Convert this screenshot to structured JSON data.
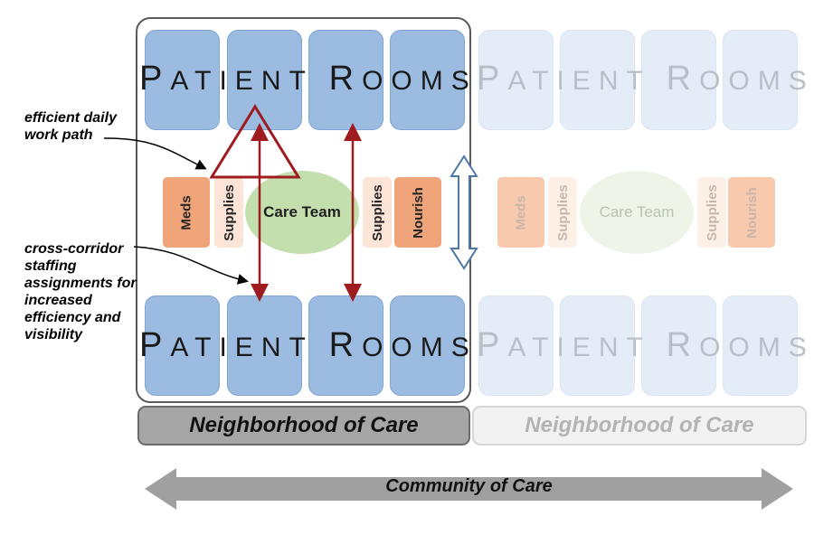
{
  "left_neighborhood": {
    "top_label": {
      "first": "P",
      "rest1": "ATIENT ",
      "second": "R",
      "rest2": "OOMS"
    },
    "bottom_label": {
      "first": "P",
      "rest1": "ATIENT ",
      "second": "R",
      "rest2": "OOMS"
    },
    "services": {
      "meds": "Meds",
      "supplies_left": "Supplies",
      "supplies_right": "Supplies",
      "nourish": "Nourish"
    },
    "care_team": "Care Team",
    "name": "Neighborhood of Care"
  },
  "right_neighborhood": {
    "top_label": {
      "first": "P",
      "rest1": "ATIENT ",
      "second": "R",
      "rest2": "OOMS"
    },
    "bottom_label": {
      "first": "P",
      "rest1": "ATIENT ",
      "second": "R",
      "rest2": "OOMS"
    },
    "services": {
      "meds": "Meds",
      "supplies_left": "Supplies",
      "supplies_right": "Supplies",
      "nourish": "Nourish"
    },
    "care_team": "Care Team",
    "name": "Neighborhood of Care"
  },
  "annotations": {
    "work_path": "efficient daily work path",
    "cross_corridor": "cross-corridor staffing assignments for increased efficiency and visibility"
  },
  "community": "Community of Care",
  "colors": {
    "room_active": "#9bbbe0",
    "room_faded": "#e3ecf7",
    "service_dark": "#f0a47a",
    "service_light": "#fce4d6",
    "care_team": "#c3dfae",
    "arrow_red": "#9e1b1f",
    "hood_gray": "#a6a6a6"
  }
}
